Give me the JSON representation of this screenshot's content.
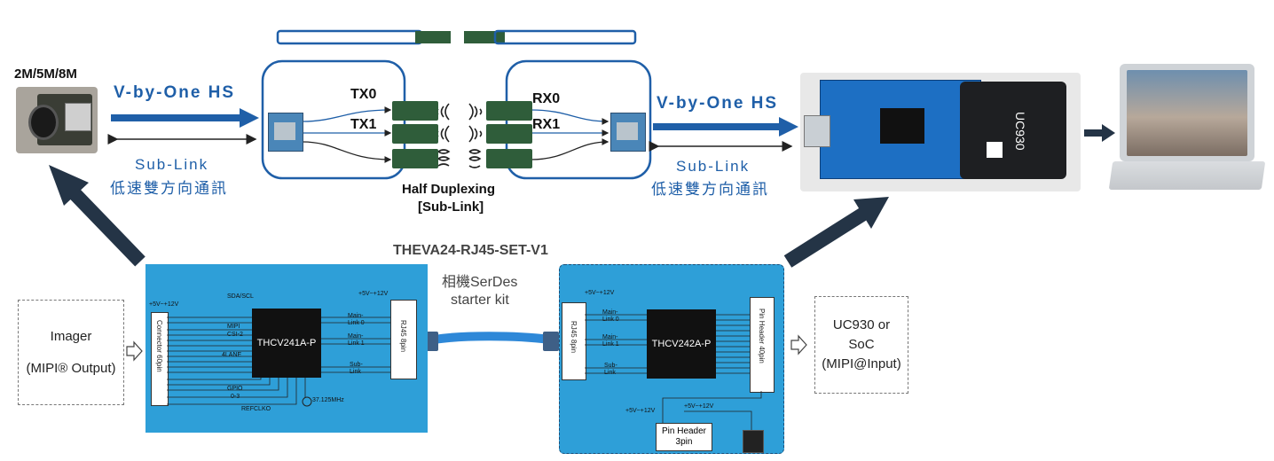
{
  "camera": {
    "label": "2M/5M/8M"
  },
  "left_link": {
    "vbyone": "V-by-One HS",
    "sublink": "Sub-Link",
    "sublink_cn": "低速雙方向通訊"
  },
  "right_link": {
    "vbyone": "V-by-One HS",
    "sublink": "Sub-Link",
    "sublink_cn": "低速雙方向通訊"
  },
  "transmit": {
    "tx0": "TX0",
    "tx1": "TX1",
    "rx0": "RX0",
    "rx1": "RX1"
  },
  "half_duplex": {
    "line1": "Half Duplexing",
    "line2": "[Sub-Link]"
  },
  "kit": {
    "title": "THEVA24-RJ45-SET-V1",
    "subtitle1": "相機SerDes",
    "subtitle2": "starter kit"
  },
  "imager_box": {
    "line1": "Imager",
    "line2": "(MIPI® Output)"
  },
  "soc_box": {
    "line1": "UC930 or",
    "line2": "SoC",
    "line3": "(MIPI@Input)"
  },
  "uc930": {
    "label": "UC930"
  },
  "tx_board": {
    "chip": "THCV241A-P",
    "connector": "Connector 60pin",
    "rj45": "RJ45 8pin",
    "power": "+5V~+12V",
    "sda": "SDA/SCL",
    "mipi1": "MIPI",
    "mipi2": "CSI-2",
    "lane": "4LANE",
    "gpio1": "GPIO",
    "gpio2": "0-3",
    "refclk": "REFCLKO",
    "osc": "37.125MHz",
    "main0a": "Main-",
    "main0b": "Link 0",
    "main1a": "Main-",
    "main1b": "Link 1",
    "suba": "Sub-",
    "subb": "Link"
  },
  "rx_board": {
    "chip": "THCV242A-P",
    "rj45": "RJ45 8pin",
    "header": "Pin Header 40pin",
    "power": "+5V~+12V",
    "power2": "+5V~+12V",
    "power3": "+5V~+12V",
    "pinheader1": "Pin Header",
    "pinheader2": "3pin",
    "main0a": "Main-",
    "main0b": "Link 0",
    "main1a": "Main-",
    "main1b": "Link 1",
    "suba": "Sub-",
    "subb": "Link"
  },
  "colors": {
    "blue": "#1f5fa8",
    "panel": "#2e9fd8",
    "dark_arrow": "#243446"
  }
}
